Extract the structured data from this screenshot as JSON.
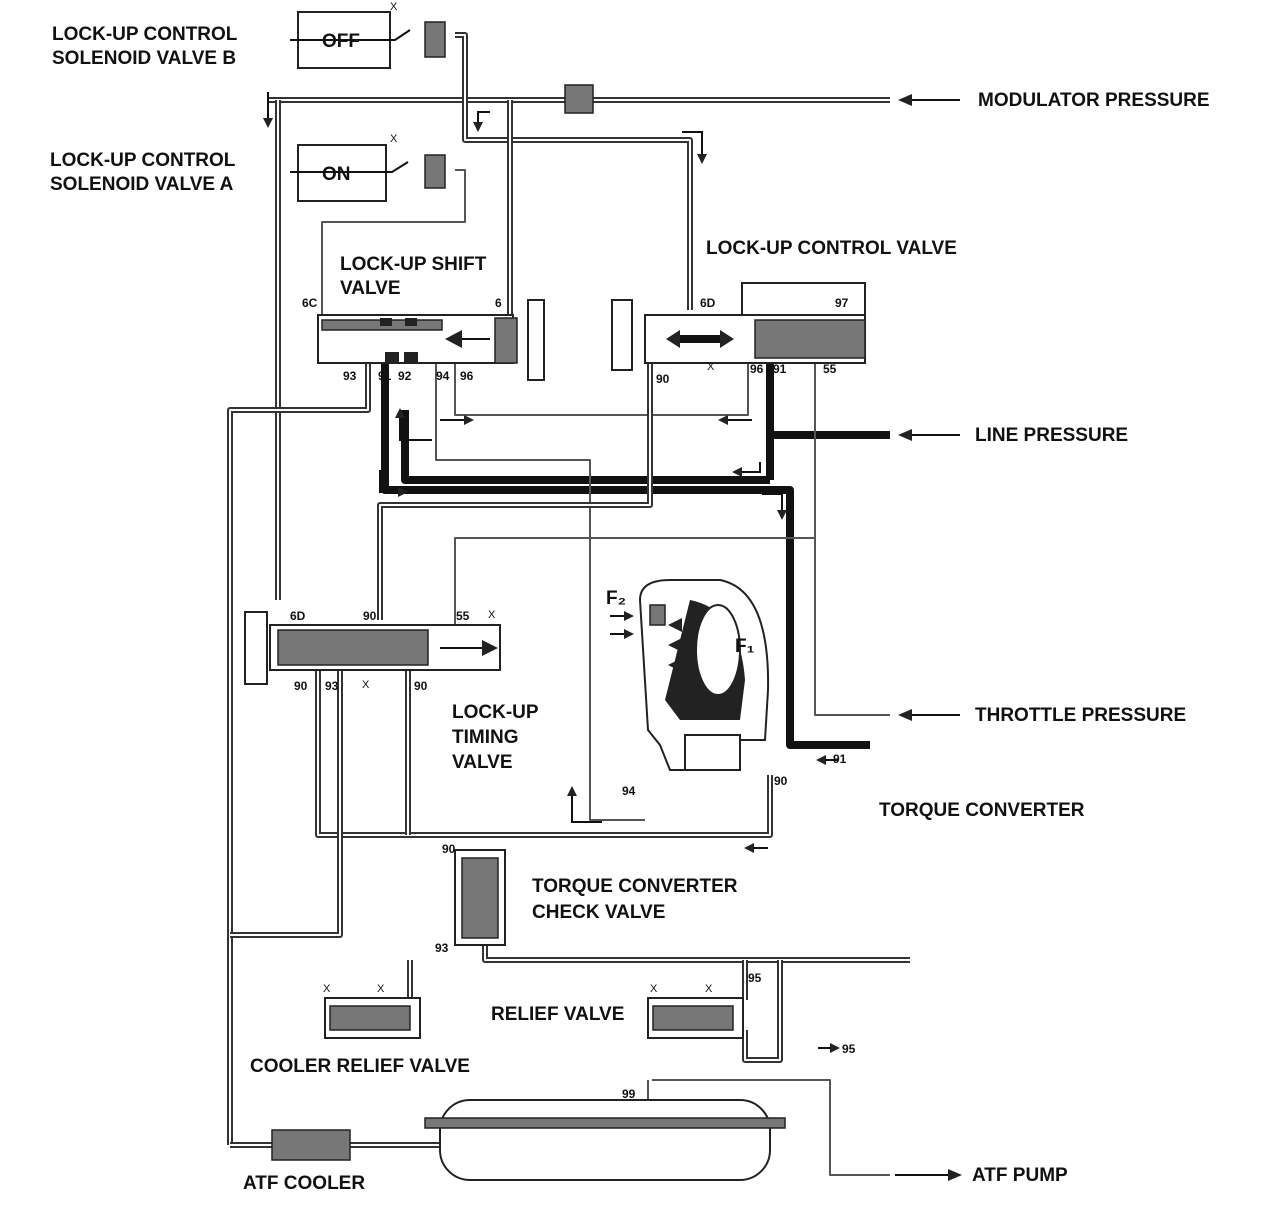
{
  "labels": {
    "solenoid_b": [
      "LOCK-UP CONTROL",
      "SOLENOID VALVE B"
    ],
    "solenoid_a": [
      "LOCK-UP CONTROL",
      "SOLENOID VALVE A"
    ],
    "modulator_pressure": "MODULATOR PRESSURE",
    "lockup_control_valve": "LOCK-UP CONTROL VALVE",
    "lockup_shift_valve": [
      "LOCK-UP SHIFT",
      "VALVE"
    ],
    "line_pressure": "LINE PRESSURE",
    "throttle_pressure": "THROTTLE PRESSURE",
    "torque_converter": "TORQUE CONVERTER",
    "lockup_timing_valve": [
      "LOCK-UP",
      "TIMING",
      "VALVE"
    ],
    "torque_converter_check_valve": [
      "TORQUE CONVERTER",
      "CHECK VALVE"
    ],
    "relief_valve": "RELIEF VALVE",
    "cooler_relief_valve": "COOLER RELIEF VALVE",
    "atf_cooler": "ATF COOLER",
    "atf_pump": "ATF PUMP",
    "f2": "F₂",
    "f1": "F₁"
  },
  "solenoid_states": {
    "b": "OFF",
    "a": "ON"
  },
  "port_numbers": {
    "shift_valve": {
      "left": "6C",
      "right": "6",
      "bottom": [
        "93",
        "91",
        "92",
        "94",
        "96"
      ]
    },
    "control_valve": {
      "left": "6D",
      "right": "97",
      "bottom": [
        "90",
        "96",
        "91",
        "55"
      ]
    },
    "timing_valve": {
      "top": [
        "6D",
        "90",
        "55"
      ],
      "bottom": [
        "90",
        "93",
        "90"
      ]
    },
    "torque_converter": [
      "94",
      "90",
      "91"
    ],
    "check_valve": {
      "top": "90",
      "bottom": "93"
    },
    "relief_valve": "95",
    "relief_out": "95",
    "pump_line": "99",
    "exhaust": "X"
  }
}
